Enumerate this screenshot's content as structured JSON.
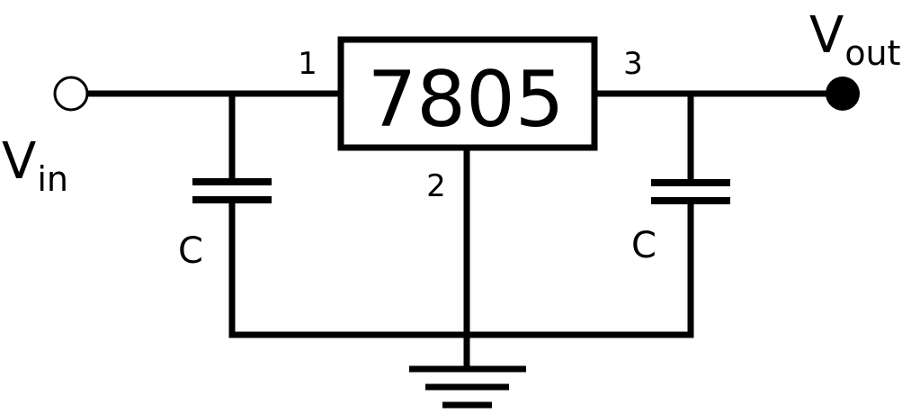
{
  "regulator": {
    "part_number": "7805",
    "pin_in": "1",
    "pin_gnd": "2",
    "pin_out": "3"
  },
  "input": {
    "symbol": "V",
    "subscript": "in"
  },
  "output": {
    "symbol": "V",
    "subscript": "out"
  },
  "capacitors": {
    "input_label": "C",
    "output_label": "C"
  },
  "colors": {
    "ink": "#000000",
    "background": "#ffffff"
  }
}
